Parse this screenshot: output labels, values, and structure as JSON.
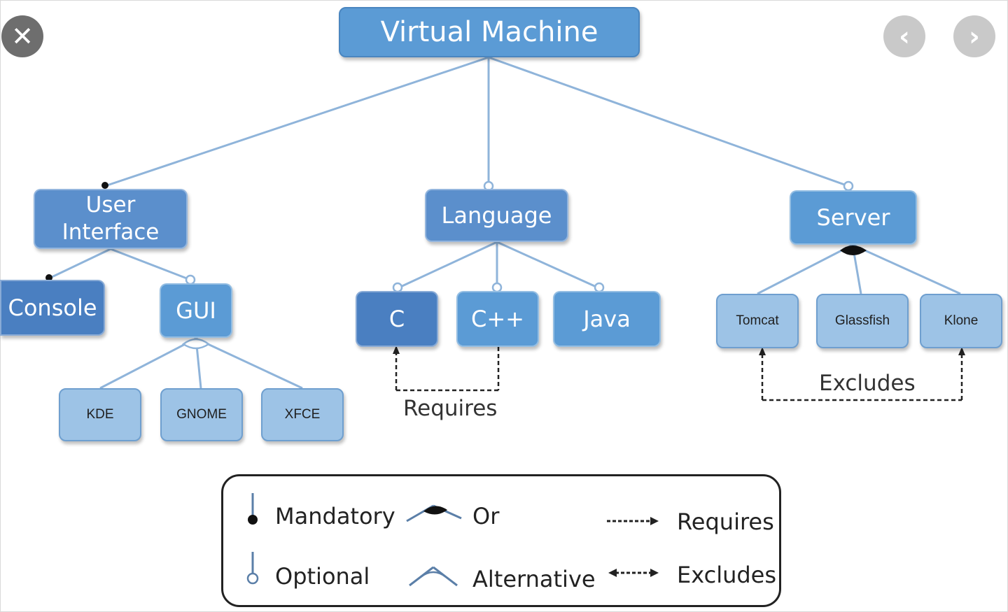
{
  "diagram": {
    "root": {
      "label": "Virtual Machine"
    },
    "features": {
      "user_interface": {
        "label": "User\nInterface"
      },
      "language": {
        "label": "Language"
      },
      "server": {
        "label": "Server"
      }
    },
    "sub_features": {
      "console": {
        "label": "Console"
      },
      "gui": {
        "label": "GUI"
      },
      "c": {
        "label": "C"
      },
      "cpp": {
        "label": "C++"
      },
      "java": {
        "label": "Java"
      },
      "tomcat": {
        "label": "Tomcat"
      },
      "glassfish": {
        "label": "Glassfish"
      },
      "klone": {
        "label": "Klone"
      },
      "kde": {
        "label": "KDE"
      },
      "gnome": {
        "label": "GNOME"
      },
      "xfce": {
        "label": "XFCE"
      }
    },
    "constraints": {
      "requires": {
        "label": "Requires"
      },
      "excludes": {
        "label": "Excludes"
      }
    }
  },
  "legend": {
    "mandatory": "Mandatory",
    "optional": "Optional",
    "or": "Or",
    "alternative": "Alternative",
    "requires": "Requires",
    "excludes": "Excludes"
  },
  "viewer": {
    "close_icon": "close-icon",
    "prev_icon": "chevron-left-icon",
    "next_icon": "chevron-right-icon",
    "close_glyph": "✕",
    "prev_glyph": "‹",
    "next_glyph": "›"
  },
  "colors": {
    "node_primary": "#5b9bd5",
    "node_dark": "#4a7fc1",
    "node_leaf": "#9dc3e6",
    "connector": "#8fb4da"
  }
}
